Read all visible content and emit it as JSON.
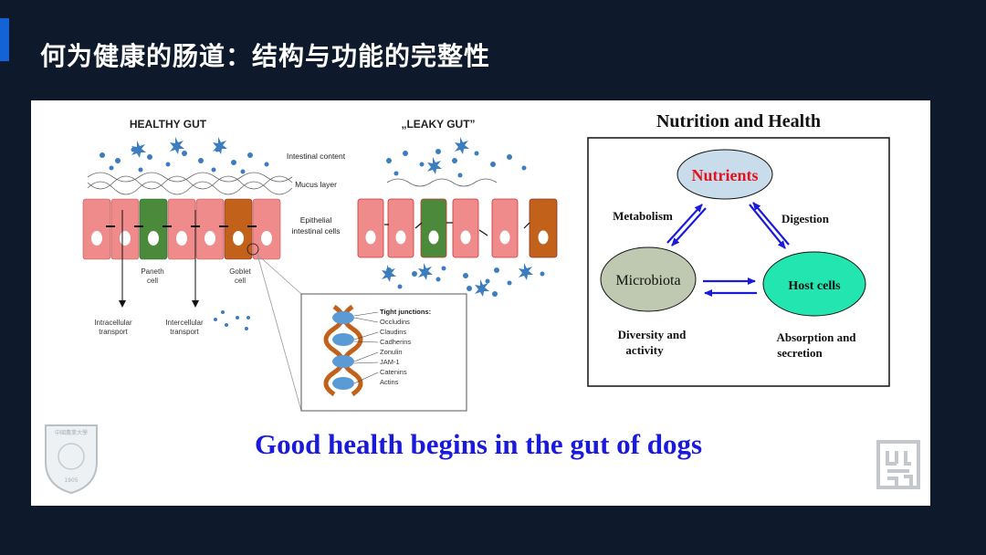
{
  "slide": {
    "title": "何为健康的肠道：结构与功能的完整性"
  },
  "gut_figure": {
    "healthy_title": "HEALTHY GUT",
    "leaky_title": "„LEAKY GUT”",
    "layer_labels": {
      "intestinal_content": "Intestinal content",
      "mucus_layer": "Mucus layer",
      "epithelial_line1": "Epithelial",
      "epithelial_line2": "intestinal cells"
    },
    "cell_labels": {
      "paneth_line1": "Paneth",
      "paneth_line2": "cell",
      "goblet_line1": "Goblet",
      "goblet_line2": "cell"
    },
    "transport_labels": {
      "intracellular_line1": "Intracellular",
      "intracellular_line2": "transport",
      "intercellular_line1": "Intercellular",
      "intercellular_line2": "transport"
    },
    "tight_junctions": {
      "heading": "Tight junctions:",
      "items": [
        "Occludins",
        "Claudins",
        "Cadherins",
        "Zonulin",
        "JAM-1",
        "Catenins",
        "Actins"
      ]
    },
    "colors": {
      "enterocyte": "#f08b8b",
      "paneth": "#4a8a3a",
      "goblet": "#c2611a",
      "microbe": "#3b7dbf"
    }
  },
  "nutrition_figure": {
    "title": "Nutrition and Health",
    "nodes": {
      "nutrients": "Nutrients",
      "microbiota": "Microbiota",
      "host_cells": "Host cells"
    },
    "edge_labels": {
      "metabolism": "Metabolism",
      "digestion": "Digestion"
    },
    "captions": {
      "diversity_line1": "Diversity and",
      "diversity_line2": "activity",
      "absorption_line1": "Absorption and",
      "absorption_line2": "secretion"
    },
    "colors": {
      "nutrients_fill": "#c9dcec",
      "nutrients_text": "#e0141e",
      "microbiota_fill": "#bfc8b0",
      "host_fill": "#22e5b0",
      "arrow": "#1a1adb"
    }
  },
  "footer": {
    "tagline": "Good health begins in the gut of dogs",
    "university_seal_text": "中國農業大學",
    "seal_year": "1905"
  },
  "icons": {
    "left_logo": "university-seal-icon",
    "right_logo": "square-seal-icon"
  }
}
